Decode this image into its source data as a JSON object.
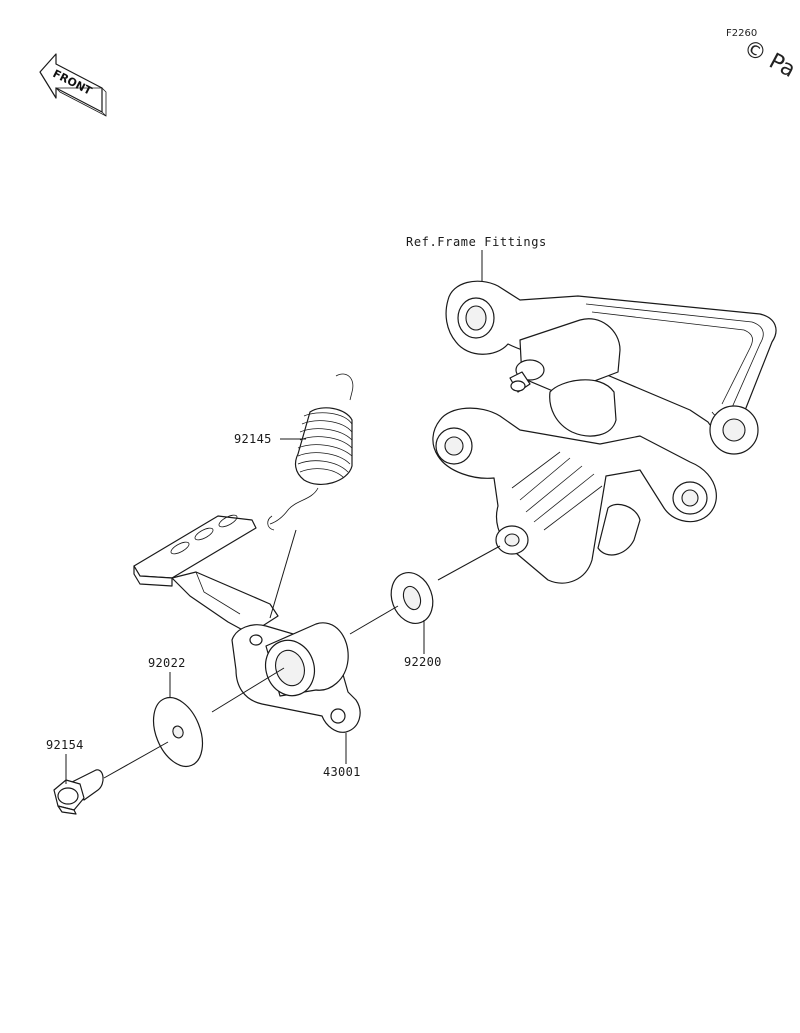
{
  "diagram_code": "F2260",
  "watermark": "© Pa",
  "front_arrow": {
    "label": "FRONT",
    "icon": "front-direction-arrow-icon"
  },
  "reference_label": "Ref.Frame Fittings",
  "parts": [
    {
      "id": "spring",
      "number": "92145"
    },
    {
      "id": "washer-small",
      "number": "92022"
    },
    {
      "id": "bolt",
      "number": "92154"
    },
    {
      "id": "washer-large",
      "number": "92200"
    },
    {
      "id": "brake-pedal",
      "number": "43001"
    }
  ],
  "colors": {
    "line": "#1a1a1a",
    "background": "#ffffff"
  }
}
